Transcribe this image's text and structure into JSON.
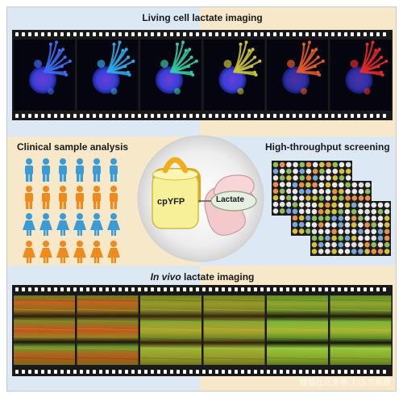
{
  "titles": {
    "top": "Living cell lactate imaging",
    "clinical": "Clinical sample analysis",
    "high_throughput": "High-throughput screening",
    "in_vivo_italic": "In vivo",
    "in_vivo_rest": " lactate imaging"
  },
  "sensor": {
    "fp_label": "cpYFP",
    "ligand_label": "Lactate"
  },
  "watermark": "搜狐社区金德·力压志观察",
  "colors": {
    "blue_bg": "#dce8f3",
    "yellow_bg": "#f7e8c9",
    "person_blue": "#3a9bd5",
    "person_orange": "#ef8a1d",
    "sensor_yellow": "#f7f098",
    "sensor_pink": "#f4c9cc"
  },
  "people_rows": [
    "blue-male",
    "orange-male",
    "blue-female",
    "orange-female"
  ],
  "icons": [
    "film-strip-icon",
    "person-icon",
    "well-plate-icon",
    "sensor-icon"
  ]
}
